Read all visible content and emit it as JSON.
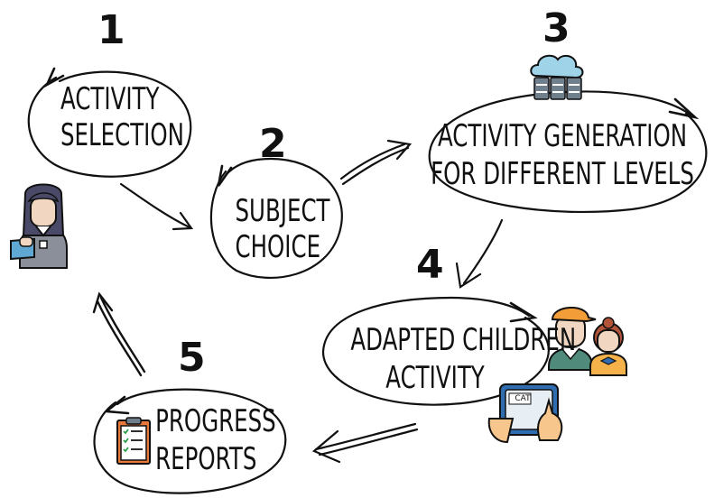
{
  "colors": {
    "ink": "#111111",
    "skin": "#f1d7c1",
    "hair": "#4a4a68",
    "cloud": "#9fd3e8",
    "server": "#6f7f8c",
    "cap": "#f29d38",
    "girl": "#f6b24a",
    "tablet": "#2f6db0"
  },
  "steps": [
    {
      "number": "1",
      "lines": [
        "ACTIVITY",
        "SELECTION"
      ]
    },
    {
      "number": "2",
      "lines": [
        "SUBJECT",
        "CHOICE"
      ]
    },
    {
      "number": "3",
      "lines": [
        "ACTIVITY GENERATION",
        "FOR DIFFERENT LEVELS"
      ]
    },
    {
      "number": "4",
      "lines": [
        "ADAPTED CHILDREN",
        "ACTIVITY"
      ]
    },
    {
      "number": "5",
      "lines": [
        "PROGRESS",
        "REPORTS"
      ]
    }
  ],
  "tablet_text": "CAT",
  "icons": [
    "teacher-icon",
    "cloud-server-icon",
    "children-icon",
    "tablet-icon",
    "report-icon"
  ]
}
